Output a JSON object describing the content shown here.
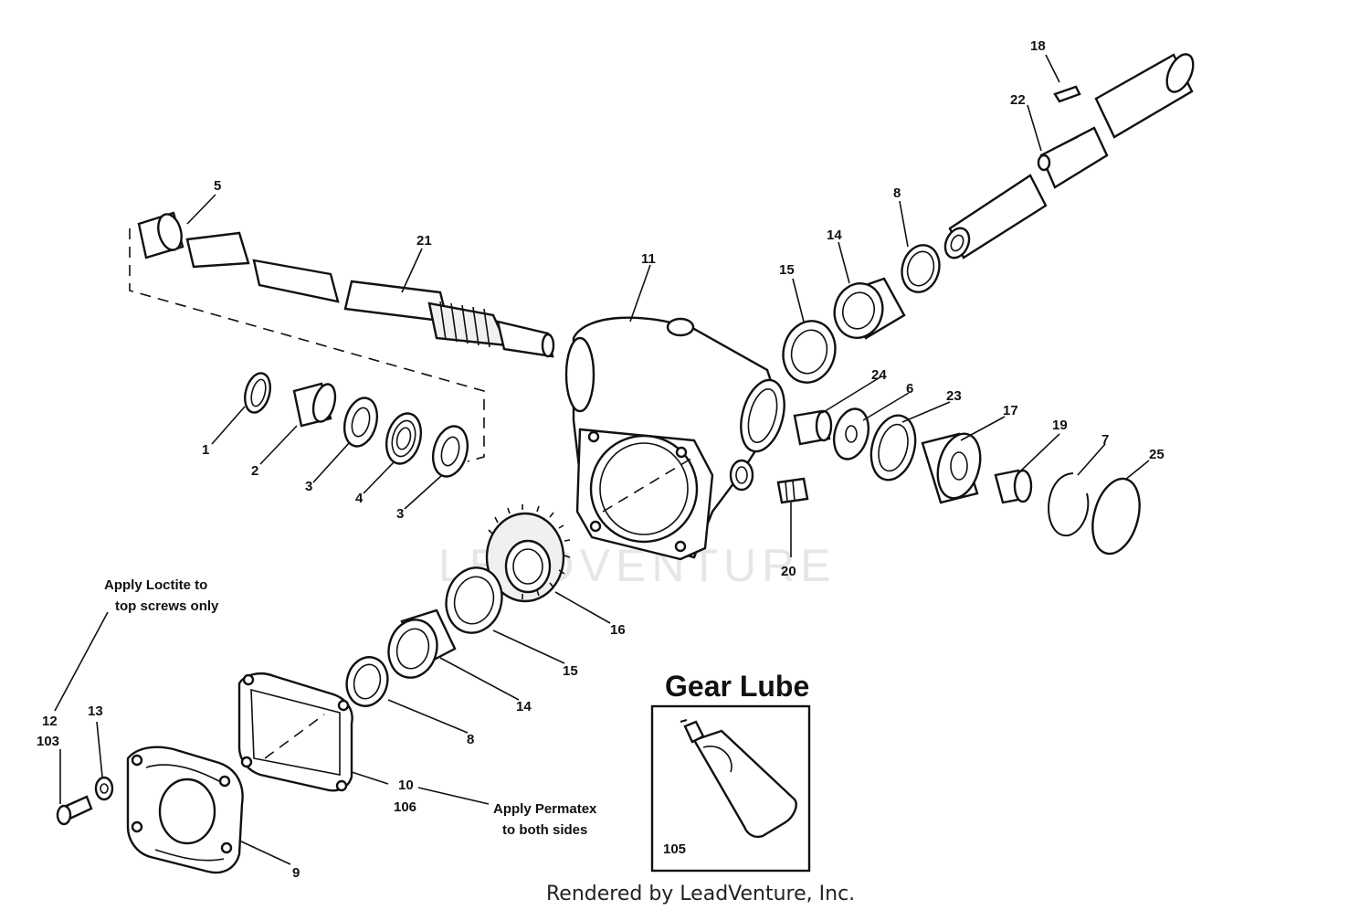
{
  "watermark": "LEADVENTURE",
  "footer": "Rendered by LeadVenture, Inc.",
  "gear_lube": {
    "title": "Gear Lube",
    "part_number": "105"
  },
  "notes": {
    "loctite_line1": "Apply Loctite to",
    "loctite_line2": "top screws only",
    "permatex_line1": "Apply Permatex",
    "permatex_line2": "to both sides"
  },
  "callouts": {
    "p1": "1",
    "p2": "2",
    "p3a": "3",
    "p3b": "3",
    "p4": "4",
    "p5": "5",
    "p6": "6",
    "p7": "7",
    "p8a": "8",
    "p8b": "8",
    "p9": "9",
    "p10": "10",
    "p106": "106",
    "p11": "11",
    "p12": "12",
    "p103": "103",
    "p13": "13",
    "p14a": "14",
    "p14b": "14",
    "p15a": "15",
    "p15b": "15",
    "p16": "16",
    "p17": "17",
    "p18": "18",
    "p19": "19",
    "p20": "20",
    "p21": "21",
    "p22": "22",
    "p23": "23",
    "p24": "24",
    "p25": "25"
  }
}
